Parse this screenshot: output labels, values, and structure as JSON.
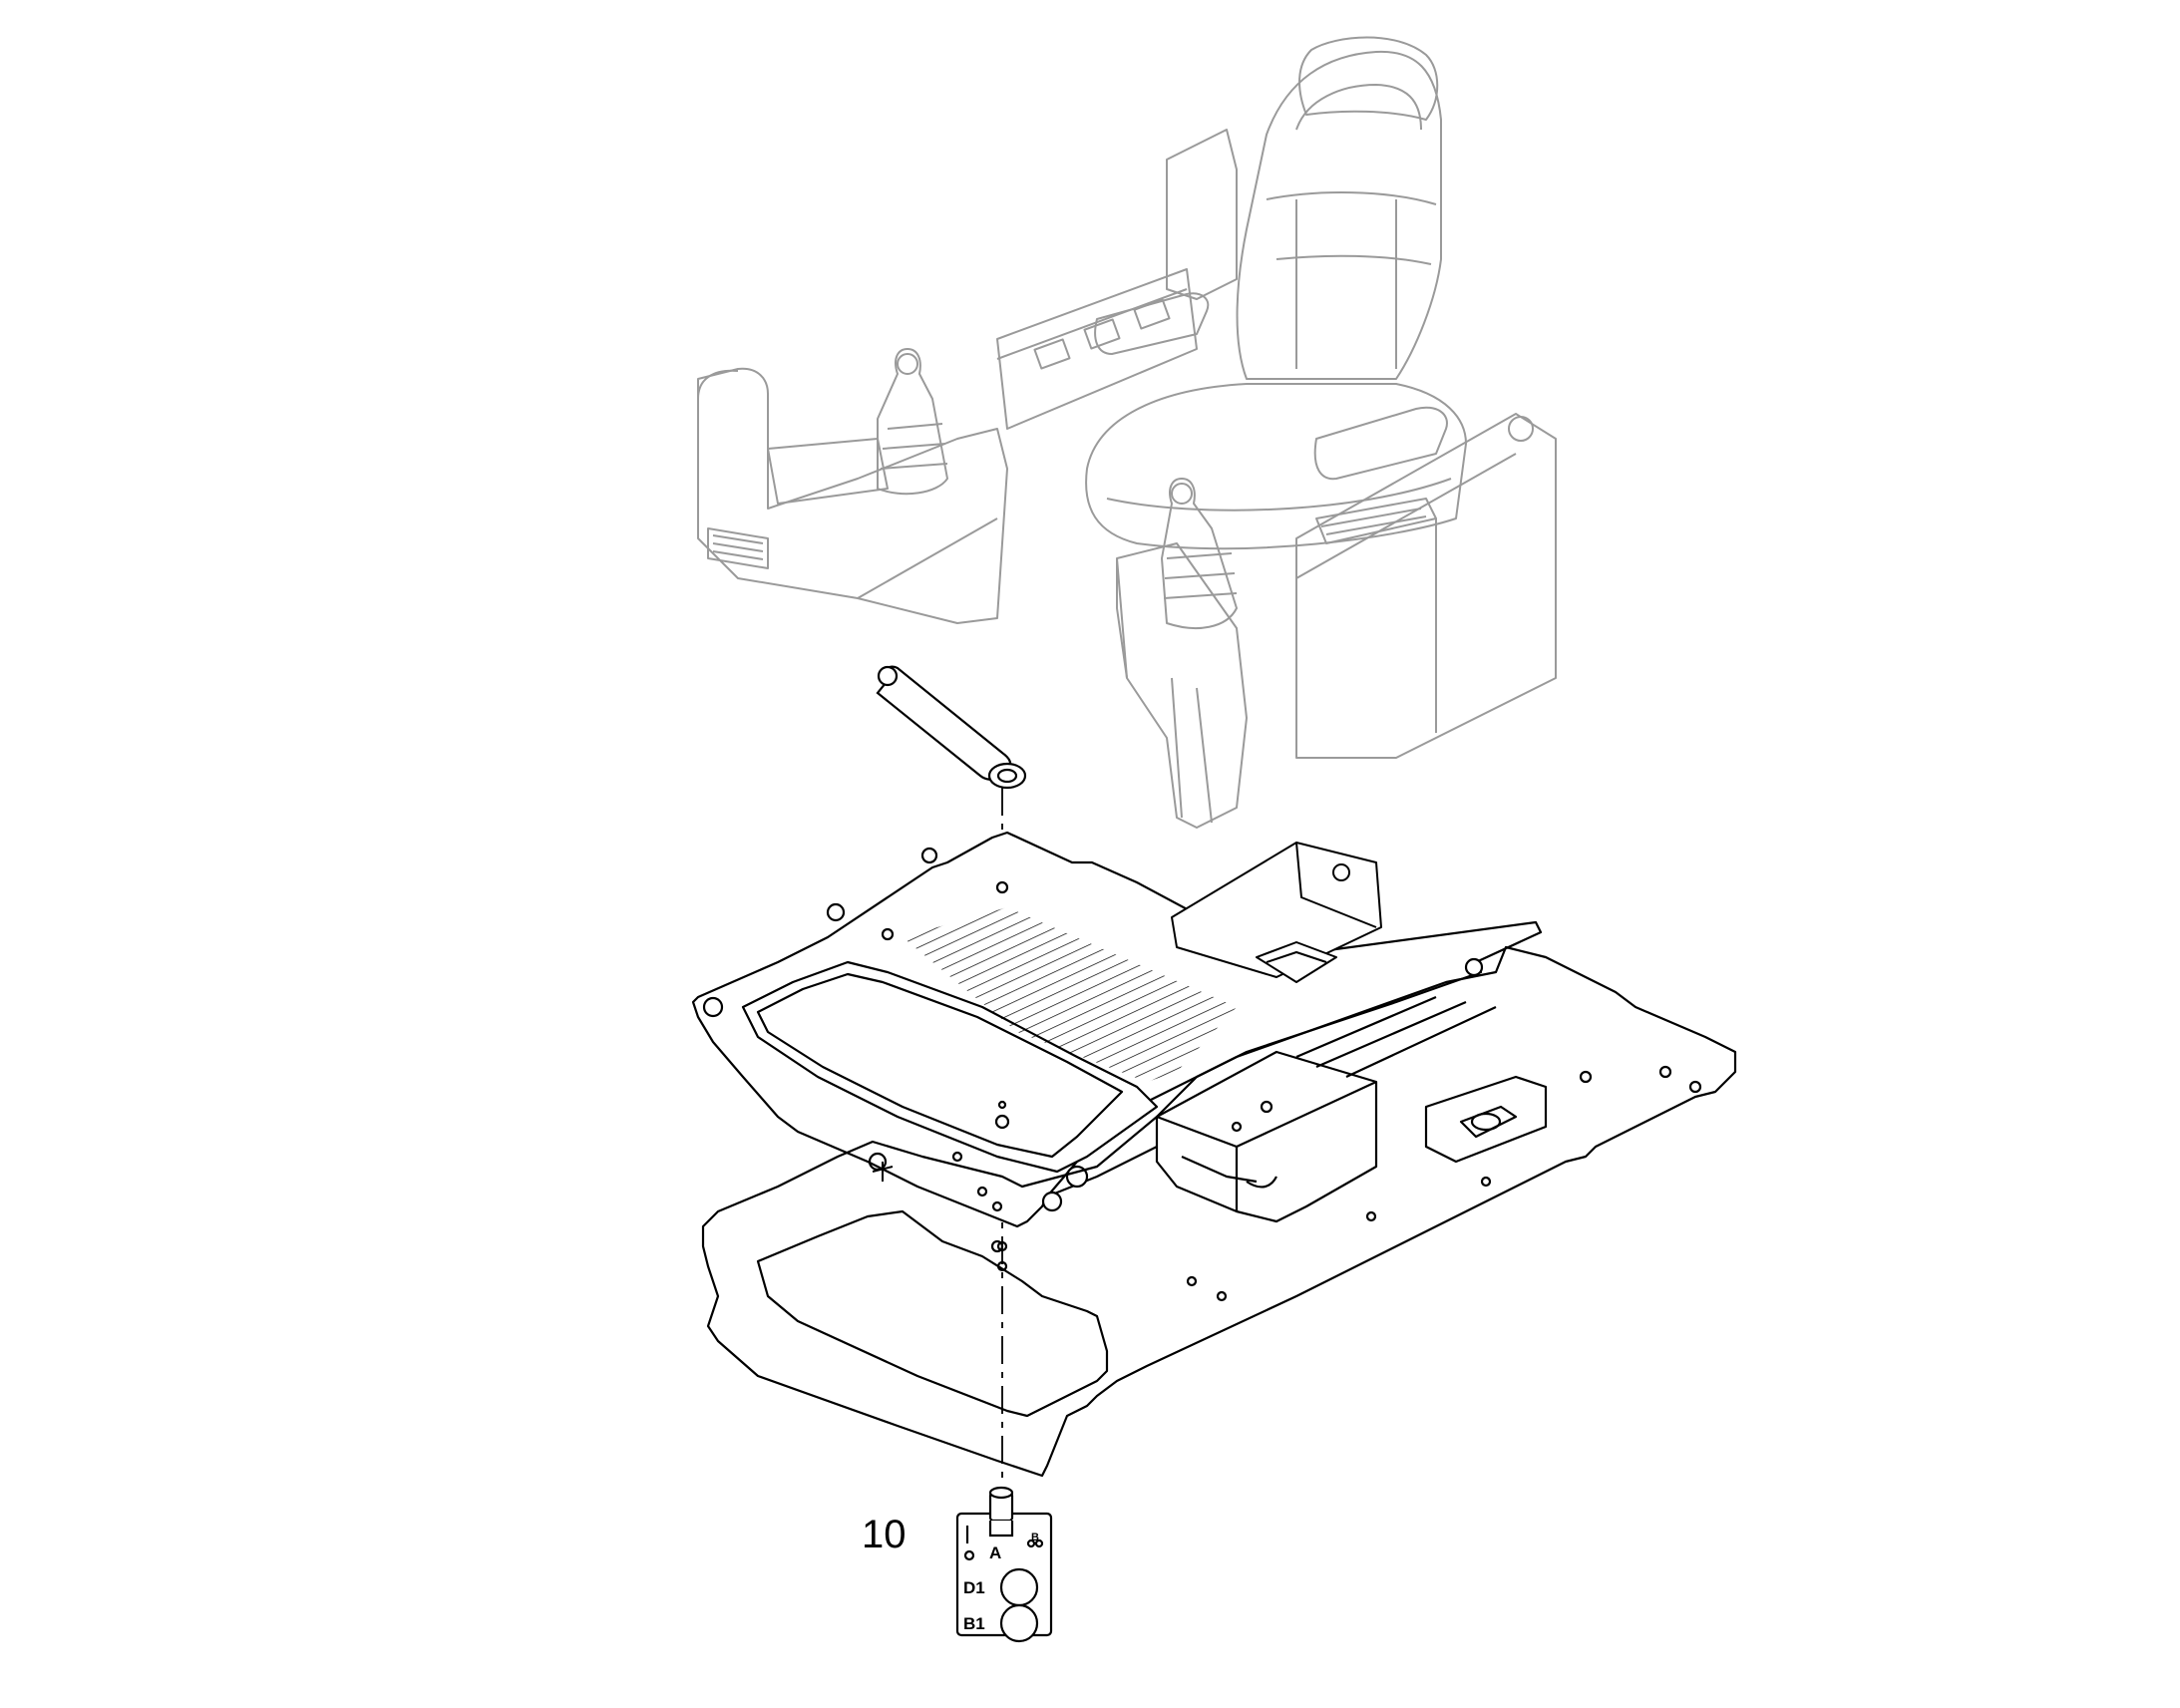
{
  "diagram": {
    "callout_10": "10",
    "valve_labels": {
      "port_a": "A",
      "port_b": "B",
      "port_d1": "D1",
      "port_b1": "B1"
    }
  },
  "colors": {
    "line": "#000000",
    "faint_line": "#9a9a9a",
    "background": "#ffffff"
  }
}
